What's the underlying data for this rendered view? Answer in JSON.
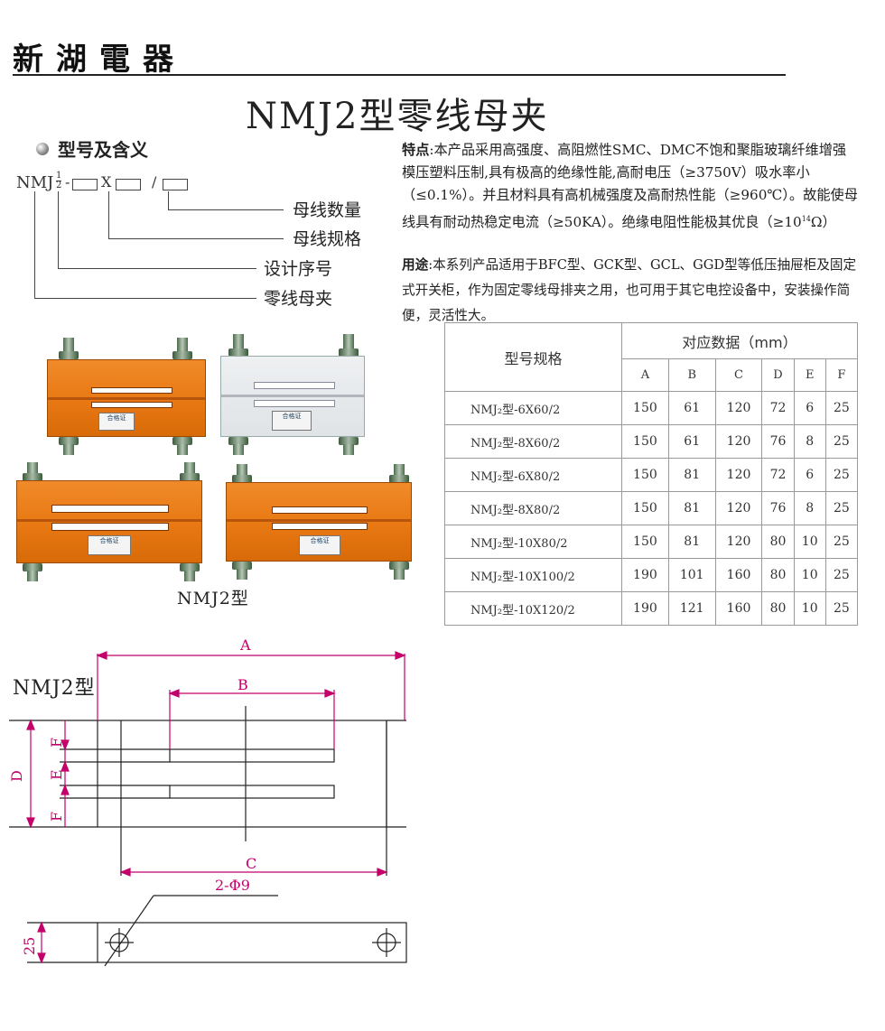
{
  "brand": "新湖電器",
  "title": "NMJ2型零线母夹",
  "model_meaning": {
    "heading": "型号及含义",
    "code_prefix": "NMJ",
    "code_frac_top": "1",
    "code_frac_bottom": "2",
    "code_dash": "-",
    "code_x": "X",
    "code_slash": "/",
    "labels": [
      "母线数量",
      "母线规格",
      "设计序号",
      "零线母夹"
    ]
  },
  "features": {
    "label": "特点",
    "text": ":本产品采用高强度、高阻燃性SMC、DMC不饱和聚脂玻璃纤维增强模压塑料压制,具有极高的绝缘性能,高耐电压（≥3750V）吸水率小（≤0.1%）。并且材料具有高机械强度及高耐热性能（≥960℃）。故能使母线具有耐动热稳定电流（≥50KA）。绝缘电阻性能极其优良（≥10",
    "sup": "14",
    "tail": "Ω）"
  },
  "usage": {
    "label": "用途",
    "text": ":本系列产品适用于BFC型、GCK型、GCL、GGD型等低压抽屉柜及固定式开关柜，作为固定零线母排夹之用，也可用于其它电控设备中，安装操作简便，灵活性大。"
  },
  "table": {
    "model_header": "型号规格",
    "data_header": "对应数据（mm）",
    "columns": [
      "A",
      "B",
      "C",
      "D",
      "E",
      "F"
    ],
    "rows": [
      {
        "model": "NMJ₂型-6X60/2",
        "values": [
          "150",
          "61",
          "120",
          "72",
          "6",
          "25"
        ]
      },
      {
        "model": "NMJ₂型-8X60/2",
        "values": [
          "150",
          "61",
          "120",
          "76",
          "8",
          "25"
        ]
      },
      {
        "model": "NMJ₂型-6X80/2",
        "values": [
          "150",
          "81",
          "120",
          "72",
          "6",
          "25"
        ]
      },
      {
        "model": "NMJ₂型-8X80/2",
        "values": [
          "150",
          "81",
          "120",
          "76",
          "8",
          "25"
        ]
      },
      {
        "model": "NMJ₂型-10X80/2",
        "values": [
          "150",
          "81",
          "120",
          "80",
          "10",
          "25"
        ]
      },
      {
        "model": "NMJ₂型-10X100/2",
        "values": [
          "190",
          "101",
          "160",
          "80",
          "10",
          "25"
        ]
      },
      {
        "model": "NMJ₂型-10X120/2",
        "values": [
          "190",
          "121",
          "160",
          "80",
          "10",
          "25"
        ]
      }
    ]
  },
  "photo_caption": "NMJ2型",
  "product_label": "合格证",
  "drawing": {
    "title": "NMJ2型",
    "dims": {
      "A": "A",
      "B": "B",
      "C": "C",
      "D": "D",
      "E": "E",
      "F": "F",
      "hole": "2-Φ9",
      "height": "25"
    }
  },
  "colors": {
    "body_orange": "#e97a14",
    "dim_line": "#c4006a",
    "body_white": "#e4e7ea"
  }
}
